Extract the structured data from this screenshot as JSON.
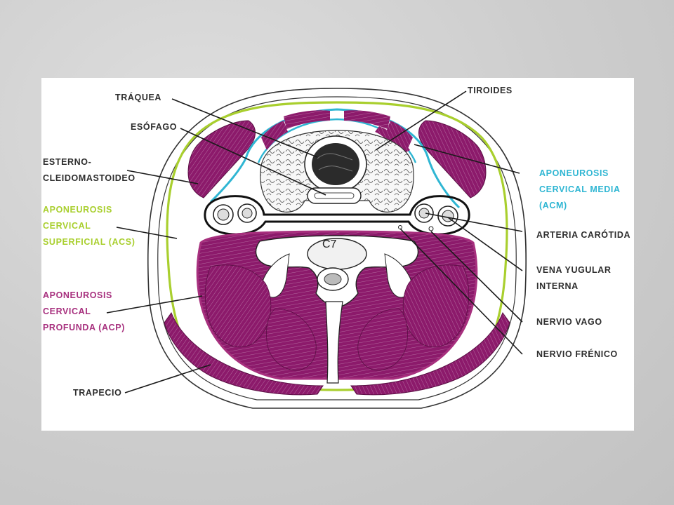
{
  "colors": {
    "muscle": "#8c1a6b",
    "acs_green": "#a9cf2e",
    "acm_cyan": "#2fb6d3",
    "acp_magenta": "#a7307e",
    "outline": "#1a1a1a",
    "label_dark": "#2e2e2e"
  },
  "vertebra_label": "C7",
  "labels": {
    "traquea": [
      "TRÁQUEA"
    ],
    "esofago": [
      "ESÓFAGO"
    ],
    "tiroides": [
      "TIROIDES"
    ],
    "esternocleido": [
      "ESTERNO-",
      "CLEIDOMASTOIDEO"
    ],
    "acs": [
      "APONEUROSIS",
      "CERVICAL",
      "SUPERFICIAL (ACS)"
    ],
    "acm": [
      "APONEUROSIS",
      "CERVICAL MEDIA",
      "(ACM)"
    ],
    "carotida": [
      "ARTERIA CARÓTIDA"
    ],
    "yugular": [
      "VENA YUGULAR",
      "INTERNA"
    ],
    "vago": [
      "NERVIO VAGO"
    ],
    "frenico": [
      "NERVIO FRÉNICO"
    ],
    "acp": [
      "APONEUROSIS",
      "CERVICAL",
      "PROFUNDA (ACP)"
    ],
    "trapecio": [
      "TRAPECIO"
    ]
  }
}
